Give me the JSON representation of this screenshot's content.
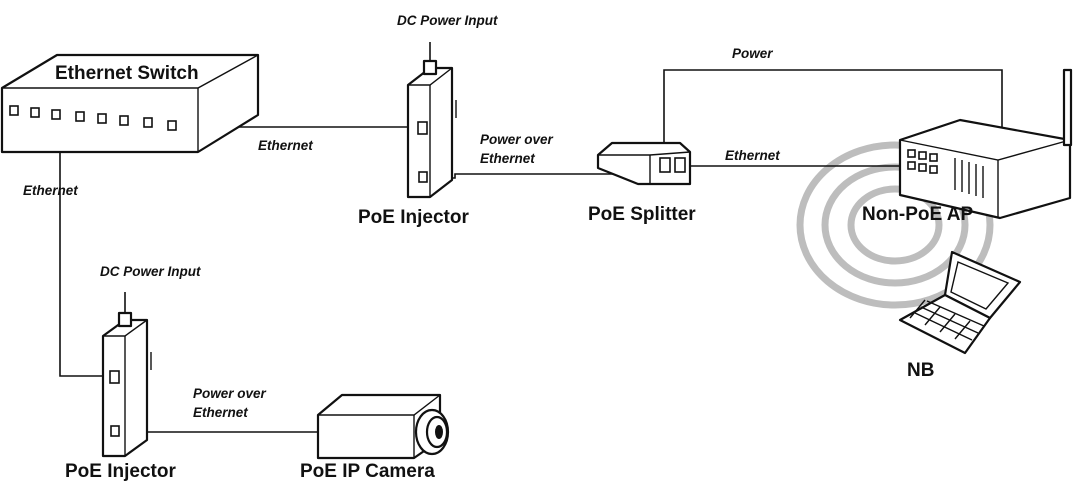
{
  "devices": {
    "ethernet_switch": "Ethernet Switch",
    "poe_injector_top": "PoE Injector",
    "poe_splitter": "PoE Splitter",
    "non_poe_ap": "Non-PoE AP",
    "notebook": "NB",
    "poe_injector_bottom": "PoE Injector",
    "poe_ip_camera": "PoE IP Camera"
  },
  "links": {
    "dc_power_input_top": "DC Power Input",
    "dc_power_input_bottom": "DC Power Input",
    "switch_to_injector": "Ethernet",
    "switch_down": "Ethernet",
    "injector_to_splitter_line1": "Power over",
    "injector_to_splitter_line2": "Ethernet",
    "splitter_to_ap_power": "Power",
    "splitter_to_ap_ethernet": "Ethernet",
    "injector_to_camera_line1": "Power over",
    "injector_to_camera_line2": "Ethernet"
  }
}
